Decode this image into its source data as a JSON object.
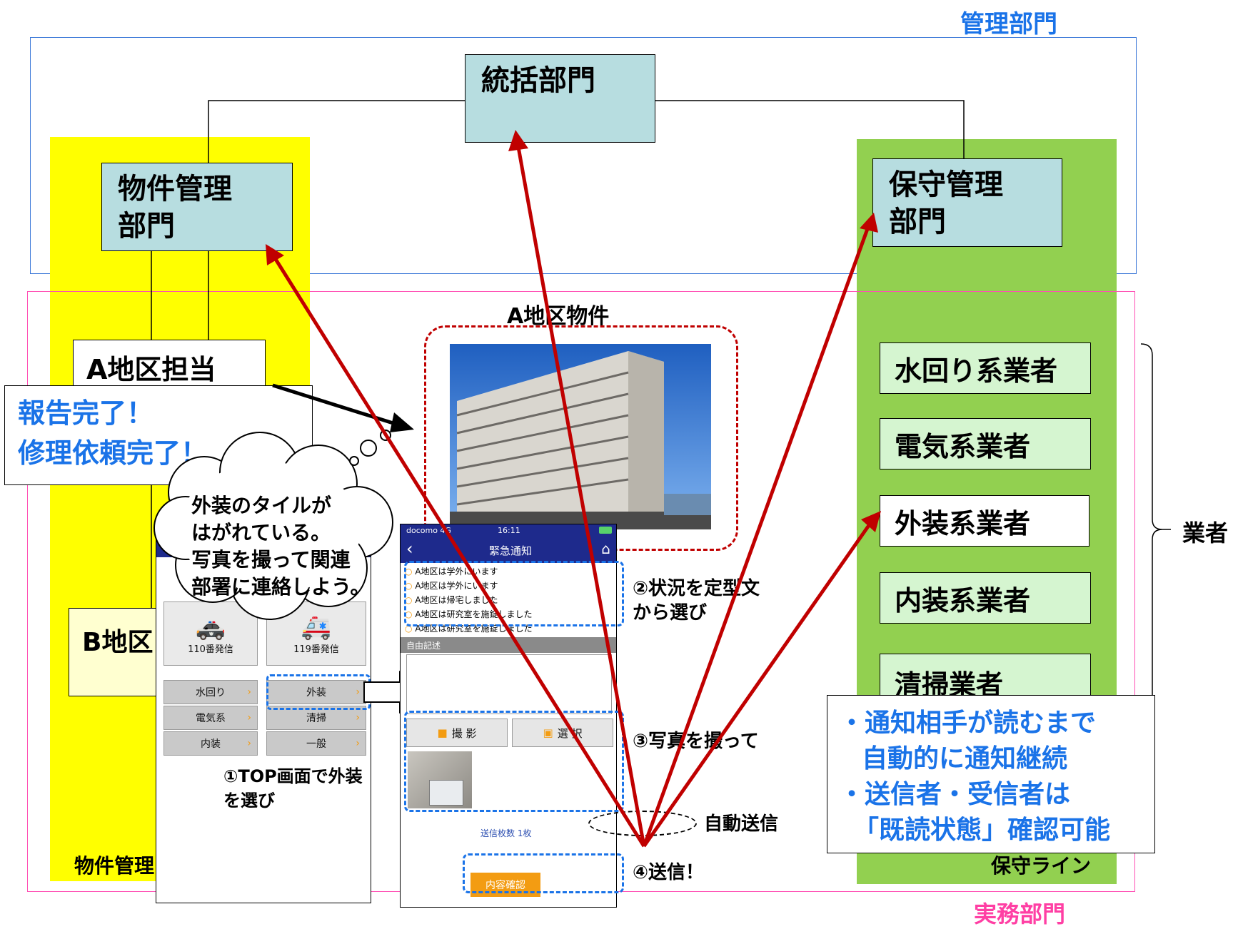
{
  "labels": {
    "kanri_bumon": "管理部門",
    "jitsumu_bumon": "実務部門",
    "gyosha": "業者",
    "bukken_line": "物件管理",
    "hoshu_line": "保守ライン"
  },
  "departments": {
    "tokatsu": "統括部門",
    "bukken": "物件管理\n部門",
    "hoshu": "保守管理\n部門"
  },
  "area": {
    "a_tanto": "A地区担当",
    "b_tanto": "B地区",
    "building_title": "A地区物件"
  },
  "vendors": [
    "水回り系業者",
    "電気系業者",
    "外装系業者",
    "内装系業者",
    "清掃業者"
  ],
  "callouts": {
    "report_line1": "報告完了！",
    "report_line2": "修理依頼完了！",
    "thought": "外装のタイルが\nはがれている。\n写真を撮って関連\n部署に連絡しよう。",
    "notice_line1": "・通知相手が読むまで",
    "notice_line2": "自動的に通知継続",
    "notice_line3": "・送信者・受信者は",
    "notice_line4": "「既読状態」確認可能"
  },
  "phone_top": {
    "call_110": "110番発信",
    "call_119": "119番発信",
    "menu": [
      "水回り",
      "外装",
      "電気系",
      "清掃",
      "内装",
      "一般"
    ]
  },
  "phone_notice": {
    "carrier": "docomo 4G",
    "time": "16:11",
    "title": "緊急通知",
    "templates": [
      "A地区は学外にいます",
      "A地区は学外にいます",
      "A地区は帰宅しました",
      "A地区は研究室を施錠しました",
      "A地区は研究室を施錠しました"
    ],
    "free_text_label": "自由記述",
    "shoot_button": "撮 影",
    "select_button": "選 択",
    "photo_count": "送信枚数 1枚",
    "confirm_button": "内容確認"
  },
  "steps": {
    "step1": "①TOP画面で外装\nを選び",
    "step2": "②状況を定型文\nから選び",
    "step3": "③写真を撮って",
    "auto_send": "自動送信",
    "step4": "④送信！"
  },
  "colors": {
    "dept_fill": "#b7dde0",
    "yellow": "#ffff00",
    "green": "#92d050",
    "vendor_fill": "#d5f5d0",
    "red_arrow": "#c00000",
    "blue_text": "#1a73e8",
    "pink_label": "#ff3fa4",
    "phone_header": "#1e2a8c"
  }
}
